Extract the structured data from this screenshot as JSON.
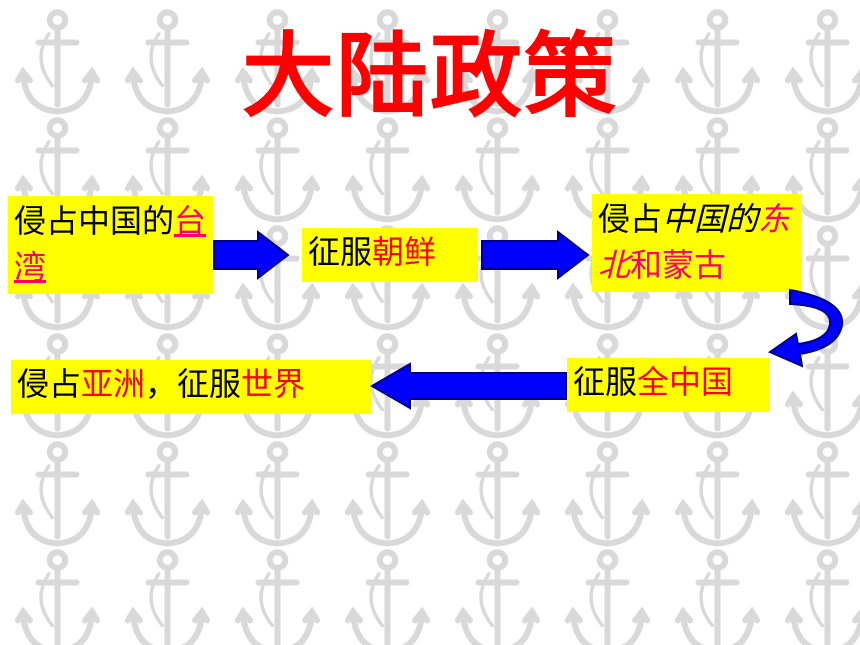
{
  "title": "大陆政策",
  "colors": {
    "title": "#ff0000",
    "box_fill": "#ffff00",
    "text": "#000000",
    "highlight_red": "#ff0000",
    "highlight_magenta": "#ff0066",
    "arrow_fill": "#0000ff",
    "arrow_stroke": "#000080",
    "watermark": "#d9d9d9"
  },
  "background_icon": "anchor-icon",
  "steps": [
    {
      "id": "step1",
      "parts": [
        {
          "text": "侵占中国的"
        },
        {
          "text": "台湾",
          "style": "magenta-underline"
        }
      ]
    },
    {
      "id": "step2",
      "parts": [
        {
          "text": "征服"
        },
        {
          "text": "朝鲜",
          "style": "red"
        }
      ]
    },
    {
      "id": "step3",
      "parts": [
        {
          "text": "侵占"
        },
        {
          "text": "中国的",
          "style": "italic"
        },
        {
          "text": "东北",
          "style": "magenta-italic"
        },
        {
          "text": "和蒙古",
          "style": "magenta"
        }
      ]
    },
    {
      "id": "step4",
      "parts": [
        {
          "text": "征服"
        },
        {
          "text": "全中国",
          "style": "red"
        }
      ]
    },
    {
      "id": "step5",
      "parts": [
        {
          "text": "侵占"
        },
        {
          "text": "亚洲",
          "style": "red"
        },
        {
          "text": "，征服"
        },
        {
          "text": "世界",
          "style": "red"
        }
      ]
    }
  ],
  "arrows": [
    {
      "from": "step1",
      "to": "step2",
      "icon": "right-arrow-icon"
    },
    {
      "from": "step2",
      "to": "step3",
      "icon": "right-arrow-icon"
    },
    {
      "from": "step3",
      "to": "step4",
      "icon": "curved-arrow-icon"
    },
    {
      "from": "step4",
      "to": "step5",
      "icon": "left-arrow-icon"
    }
  ]
}
